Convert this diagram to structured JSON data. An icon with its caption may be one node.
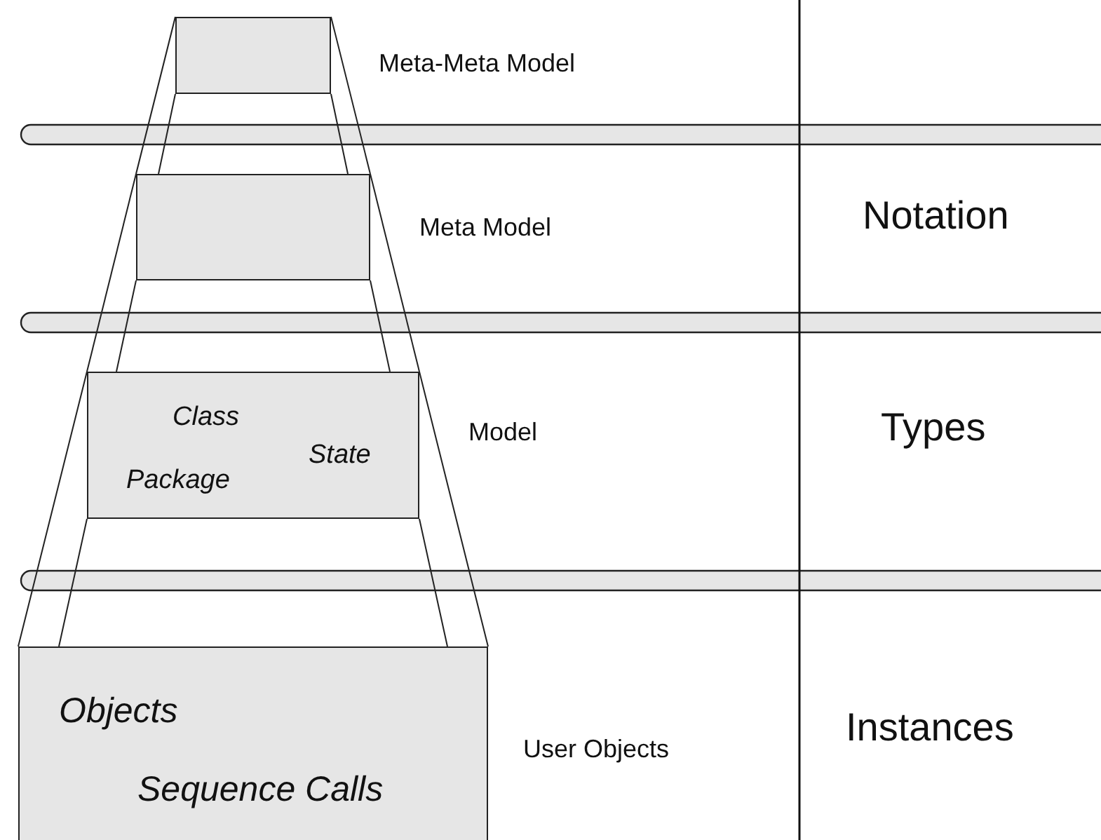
{
  "diagram": {
    "nodes": [
      {
        "text": [],
        "shape": "box",
        "beside": [
          "Meta-Meta Model"
        ]
      },
      {
        "text": [],
        "shape": "box",
        "beside": [
          "Meta Model"
        ]
      },
      {
        "text": [
          "Class",
          "Package",
          "State"
        ],
        "beside": [
          "Model"
        ]
      },
      {
        "text": [
          "Objects",
          "Sequence Calls"
        ],
        "beside": [
          "User Objects"
        ]
      }
    ],
    "edges": [
      {
        "from": 0,
        "to": 1,
        "arrow": "none"
      },
      {
        "from": 0,
        "to": 1,
        "arrow": "none"
      },
      {
        "from": 0,
        "to": 1,
        "arrow": "none"
      },
      {
        "from": 0,
        "to": 1,
        "arrow": "none"
      },
      {
        "from": 1,
        "to": 2,
        "arrow": "none"
      },
      {
        "from": 1,
        "to": 2,
        "arrow": "none"
      },
      {
        "from": 1,
        "to": 2,
        "arrow": "none"
      },
      {
        "from": 1,
        "to": 2,
        "arrow": "none"
      },
      {
        "from": 2,
        "to": 3,
        "arrow": "none"
      },
      {
        "from": 2,
        "to": 3,
        "arrow": "none"
      },
      {
        "from": 2,
        "to": 3,
        "arrow": "none"
      },
      {
        "from": 2,
        "to": 3,
        "arrow": "none"
      }
    ],
    "labels": [
      "Notation",
      "Types",
      "Instances"
    ]
  }
}
